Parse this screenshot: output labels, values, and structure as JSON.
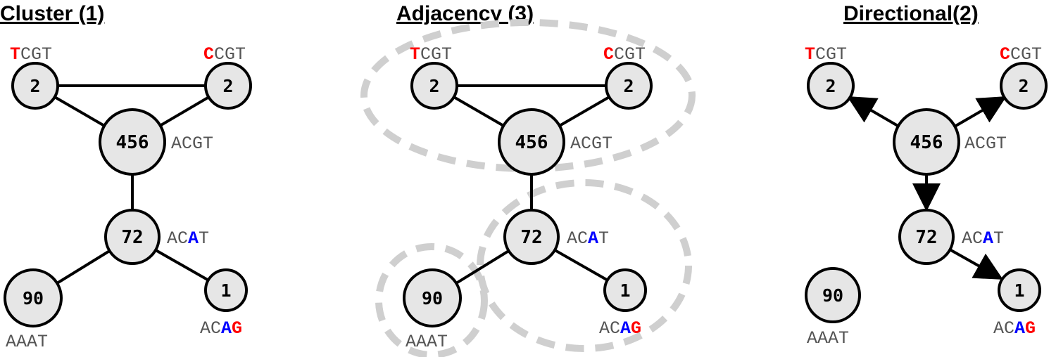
{
  "panels": [
    {
      "title": "Cluster (1)",
      "nodes": [
        {
          "id": "tcgt",
          "count": "2",
          "seq": [
            {
              "t": "T",
              "c": "red"
            },
            {
              "t": "CGT",
              "c": ""
            }
          ]
        },
        {
          "id": "ccgt",
          "count": "2",
          "seq": [
            {
              "t": "C",
              "c": "red"
            },
            {
              "t": "CGT",
              "c": ""
            }
          ]
        },
        {
          "id": "acgt",
          "count": "456",
          "seq": [
            {
              "t": "ACGT",
              "c": ""
            }
          ]
        },
        {
          "id": "acat",
          "count": "72",
          "seq": [
            {
              "t": "AC",
              "c": ""
            },
            {
              "t": "A",
              "c": "blue"
            },
            {
              "t": "T",
              "c": ""
            }
          ]
        },
        {
          "id": "aaat",
          "count": "90",
          "seq": [
            {
              "t": "AAAT",
              "c": ""
            }
          ]
        },
        {
          "id": "acag",
          "count": "1",
          "seq": [
            {
              "t": "AC",
              "c": ""
            },
            {
              "t": "A",
              "c": "blue"
            },
            {
              "t": "G",
              "c": "red"
            }
          ]
        }
      ]
    },
    {
      "title": "Adjacency (3)",
      "nodes": [
        {
          "id": "tcgt",
          "count": "2",
          "seq": [
            {
              "t": "T",
              "c": "red"
            },
            {
              "t": "CGT",
              "c": ""
            }
          ]
        },
        {
          "id": "ccgt",
          "count": "2",
          "seq": [
            {
              "t": "C",
              "c": "red"
            },
            {
              "t": "CGT",
              "c": ""
            }
          ]
        },
        {
          "id": "acgt",
          "count": "456",
          "seq": [
            {
              "t": "ACGT",
              "c": ""
            }
          ]
        },
        {
          "id": "acat",
          "count": "72",
          "seq": [
            {
              "t": "AC",
              "c": ""
            },
            {
              "t": "A",
              "c": "blue"
            },
            {
              "t": "T",
              "c": ""
            }
          ]
        },
        {
          "id": "aaat",
          "count": "90",
          "seq": [
            {
              "t": "AAAT",
              "c": ""
            }
          ]
        },
        {
          "id": "acag",
          "count": "1",
          "seq": [
            {
              "t": "AC",
              "c": ""
            },
            {
              "t": "A",
              "c": "blue"
            },
            {
              "t": "G",
              "c": "red"
            }
          ]
        }
      ]
    },
    {
      "title": "Directional(2)",
      "nodes": [
        {
          "id": "tcgt",
          "count": "2",
          "seq": [
            {
              "t": "T",
              "c": "red"
            },
            {
              "t": "CGT",
              "c": ""
            }
          ]
        },
        {
          "id": "ccgt",
          "count": "2",
          "seq": [
            {
              "t": "C",
              "c": "red"
            },
            {
              "t": "CGT",
              "c": ""
            }
          ]
        },
        {
          "id": "acgt",
          "count": "456",
          "seq": [
            {
              "t": "ACGT",
              "c": ""
            }
          ]
        },
        {
          "id": "acat",
          "count": "72",
          "seq": [
            {
              "t": "AC",
              "c": ""
            },
            {
              "t": "A",
              "c": "blue"
            },
            {
              "t": "T",
              "c": ""
            }
          ]
        },
        {
          "id": "aaat",
          "count": "90",
          "seq": [
            {
              "t": "AAAT",
              "c": ""
            }
          ]
        },
        {
          "id": "acag",
          "count": "1",
          "seq": [
            {
              "t": "AC",
              "c": ""
            },
            {
              "t": "A",
              "c": "blue"
            },
            {
              "t": "G",
              "c": "red"
            }
          ]
        }
      ]
    }
  ],
  "colors": {
    "red": "#ff0000",
    "blue": "#0000ff",
    "node_fill": "#e6e6e6",
    "group_stroke": "#cfcfcf",
    "seq_text": "#555555"
  }
}
